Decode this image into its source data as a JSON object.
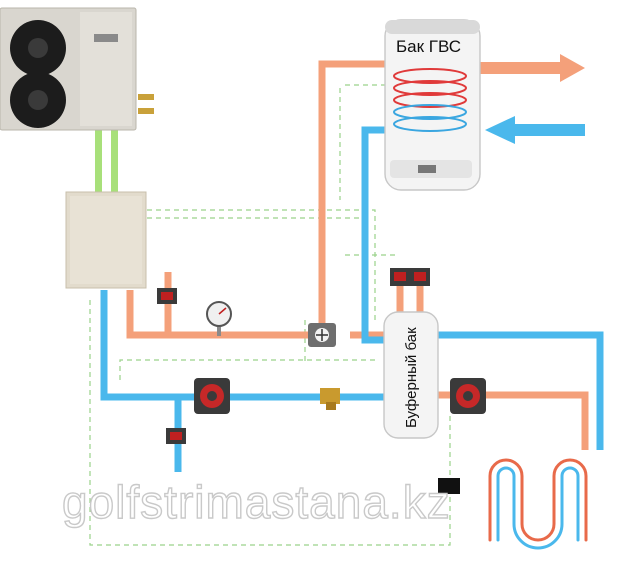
{
  "dhw_tank": {
    "label": "Бак ГВС"
  },
  "buffer_tank": {
    "label": "Буферный бак"
  },
  "watermark": {
    "text": "golfstrimastana.kz"
  },
  "colors": {
    "hot_pipe": "#f4a07a",
    "cold_pipe": "#4ab8ec",
    "control_wire": "#a8e07a",
    "dashed_signal": "#9ad28a",
    "coil_hot": "#e03a3a",
    "coil_cold": "#3aa6e0",
    "outdoor_unit": "#d9d6cf",
    "indoor_unit": "#e2dbcc",
    "tank_body": "#f4f4f4"
  },
  "icons": [
    "outdoor-heat-pump-unit",
    "indoor-hydro-module",
    "dhw-tank",
    "buffer-tank",
    "three-way-valve-icon",
    "pressure-gauge-icon",
    "circulation-pump-icon",
    "ball-valve-icon",
    "strainer-icon",
    "underfloor-heating-loop-icon",
    "controller-icon",
    "hot-water-out-arrow-icon",
    "cold-water-in-arrow-icon"
  ]
}
